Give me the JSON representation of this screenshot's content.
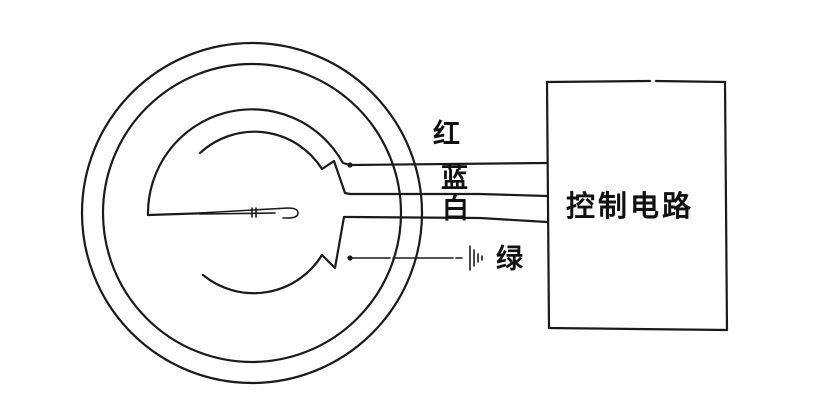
{
  "diagram": {
    "type": "wiring-schematic",
    "components": {
      "sensor": {
        "name": "circular sensor with split contact ring and pointer"
      },
      "control_box": {
        "label": "控制电路"
      }
    },
    "wires": [
      {
        "id": "red",
        "label": "红"
      },
      {
        "id": "blue",
        "label": "蓝"
      },
      {
        "id": "white",
        "label": "白"
      },
      {
        "id": "green",
        "label": "绿",
        "note": "connected to ground symbol"
      }
    ],
    "colors": {
      "line": "#1a1a1a",
      "background": "#ffffff"
    }
  }
}
